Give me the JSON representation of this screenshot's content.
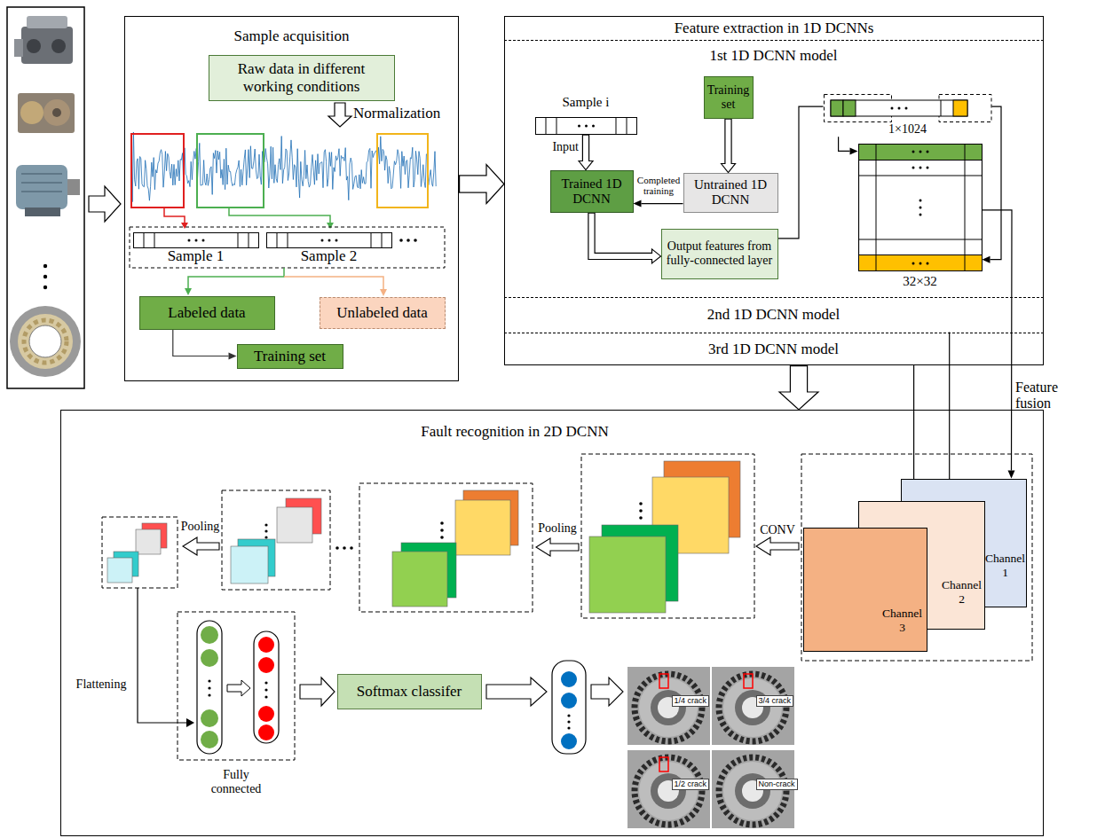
{
  "diagram": {
    "nodes": [
      {
        "text": [
          "Sample acquisition"
        ]
      },
      {
        "text": [
          "Raw data in different working conditions"
        ],
        "in": 0
      },
      {
        "text": [
          "Sample 1"
        ],
        "in": 0
      },
      {
        "text": [
          "Sample 2"
        ],
        "in": 0
      },
      {
        "text": [
          "Labeled data"
        ],
        "in": 0
      },
      {
        "text": [
          "Unlabeled data"
        ],
        "in": 0
      },
      {
        "text": [
          "Training set"
        ],
        "in": 0
      },
      {
        "text": [
          "Feature extraction in 1D DCNNs"
        ]
      },
      {
        "text": [
          "1st 1D DCNN model"
        ],
        "in": 7
      },
      {
        "text": [
          "Sample i"
        ],
        "in": 8
      },
      {
        "text": [
          "Training set"
        ],
        "in": 8
      },
      {
        "text": [
          "Trained 1D DCNN"
        ],
        "in": 8
      },
      {
        "text": [
          "Untrained 1D DCNN"
        ],
        "in": 8
      },
      {
        "text": [
          "Output features from fully-connected layer"
        ],
        "in": 8
      },
      {
        "text": [
          "1×1024"
        ],
        "in": 8
      },
      {
        "text": [
          "32×32"
        ],
        "in": 8
      },
      {
        "text": [
          "2nd 1D DCNN model"
        ],
        "in": 7
      },
      {
        "text": [
          "3rd 1D DCNN model"
        ],
        "in": 7
      },
      {
        "text": [
          "Fault recognition in 2D DCNN"
        ]
      },
      {
        "text": [
          "Channel 1"
        ],
        "in": 18
      },
      {
        "text": [
          "Channel 2"
        ],
        "in": 18
      },
      {
        "text": [
          "Channel 3"
        ],
        "in": 18
      },
      {
        "text": [
          "Softmax classifer"
        ],
        "in": 18
      },
      {
        "text": [
          "1/4 crack"
        ],
        "in": 18
      },
      {
        "text": [
          "3/4 crack"
        ],
        "in": 18
      },
      {
        "text": [
          "1/2 crack"
        ],
        "in": 18
      },
      {
        "text": [
          "Non-crack"
        ],
        "in": 18
      }
    ],
    "edges": [
      {
        "from": 4,
        "to": 6,
        "arrow": "to"
      },
      {
        "from": 0,
        "to": 7,
        "arrow": "to"
      },
      {
        "from": 9,
        "to": 11,
        "arrow": "to",
        "label": "Input"
      },
      {
        "from": 10,
        "to": 12,
        "arrow": "to"
      },
      {
        "from": 12,
        "to": 11,
        "arrow": "to",
        "label": "Completed training"
      },
      {
        "from": 11,
        "to": 13,
        "arrow": "to"
      },
      {
        "from": 13,
        "to": 14,
        "arrow": "none"
      },
      {
        "from": 14,
        "to": 15,
        "arrow": "to"
      },
      {
        "from": 14,
        "to": 15,
        "arrow": "to"
      },
      {
        "from": 7,
        "to": 18,
        "arrow": "to"
      },
      {
        "from": 15,
        "to": 19,
        "arrow": "to"
      },
      {
        "from": 16,
        "to": 20,
        "arrow": "to"
      },
      {
        "from": 17,
        "to": 21,
        "arrow": "to"
      }
    ],
    "labels": [
      "Normalization",
      "Feature fusion",
      "CONV",
      "Pooling",
      "Pooling",
      "Flattening",
      "Fully connected"
    ]
  }
}
